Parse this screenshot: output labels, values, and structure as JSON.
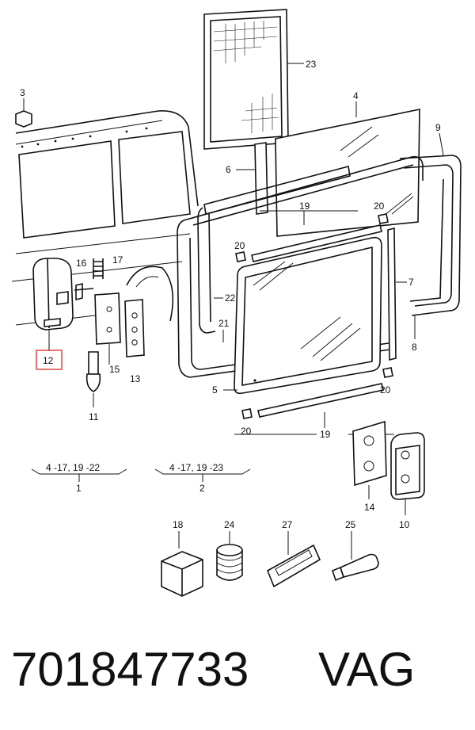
{
  "callouts": {
    "c1": "1",
    "c2": "2",
    "c3": "3",
    "c4": "4",
    "c5": "5",
    "c6": "6",
    "c7": "7",
    "c8": "8",
    "c9": "9",
    "c10": "10",
    "c11": "11",
    "c12": "12",
    "c13": "13",
    "c14": "14",
    "c15": "15",
    "c16": "16",
    "c17": "17",
    "c18": "18",
    "c19a": "19",
    "c19b": "19",
    "c20a": "20",
    "c20b": "20",
    "c20c": "20",
    "c20d": "20",
    "c21": "21",
    "c22": "22",
    "c23": "23",
    "c24": "24",
    "c25": "25",
    "c27": "27"
  },
  "assemblies": {
    "a1_range": "4 -17, 19 -22",
    "a2_range": "4 -17, 19 -23"
  },
  "highlight": {
    "part": "12",
    "color": "#e05050"
  },
  "caption": {
    "part_number": "701847733",
    "brand": "VAG"
  }
}
